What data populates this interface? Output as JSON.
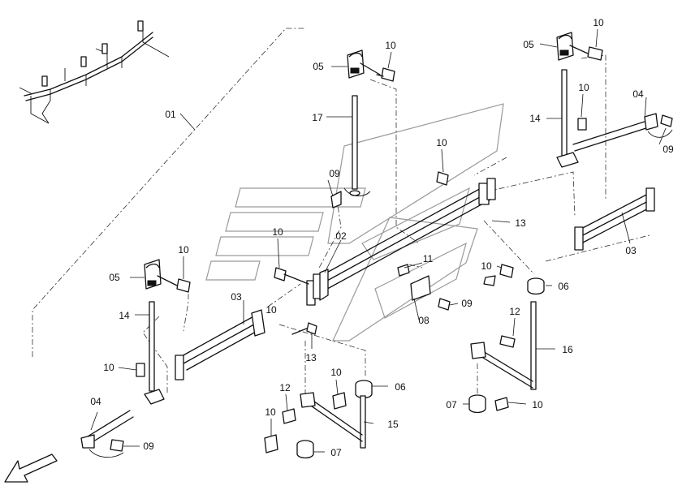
{
  "diagram": {
    "callouts": [
      {
        "id": "c01",
        "text": "01"
      },
      {
        "id": "c02",
        "text": "02"
      },
      {
        "id": "c03a",
        "text": "03"
      },
      {
        "id": "c03b",
        "text": "03"
      },
      {
        "id": "c04a",
        "text": "04"
      },
      {
        "id": "c04b",
        "text": "04"
      },
      {
        "id": "c05a",
        "text": "05"
      },
      {
        "id": "c05b",
        "text": "05"
      },
      {
        "id": "c05c",
        "text": "05"
      },
      {
        "id": "c06a",
        "text": "06"
      },
      {
        "id": "c06b",
        "text": "06"
      },
      {
        "id": "c07a",
        "text": "07"
      },
      {
        "id": "c07b",
        "text": "07"
      },
      {
        "id": "c08",
        "text": "08"
      },
      {
        "id": "c09a",
        "text": "09"
      },
      {
        "id": "c09b",
        "text": "09"
      },
      {
        "id": "c09c",
        "text": "09"
      },
      {
        "id": "c09d",
        "text": "09"
      },
      {
        "id": "c10a",
        "text": "10"
      },
      {
        "id": "c10b",
        "text": "10"
      },
      {
        "id": "c10c",
        "text": "10"
      },
      {
        "id": "c10d",
        "text": "10"
      },
      {
        "id": "c10e",
        "text": "10"
      },
      {
        "id": "c10f",
        "text": "10"
      },
      {
        "id": "c10g",
        "text": "10"
      },
      {
        "id": "c10h",
        "text": "10"
      },
      {
        "id": "c10i",
        "text": "10"
      },
      {
        "id": "c10j",
        "text": "10"
      },
      {
        "id": "c10k",
        "text": "10"
      },
      {
        "id": "c10l",
        "text": "10"
      },
      {
        "id": "c11",
        "text": "11"
      },
      {
        "id": "c12a",
        "text": "12"
      },
      {
        "id": "c12b",
        "text": "12"
      },
      {
        "id": "c13a",
        "text": "13"
      },
      {
        "id": "c13b",
        "text": "13"
      },
      {
        "id": "c14a",
        "text": "14"
      },
      {
        "id": "c14b",
        "text": "14"
      },
      {
        "id": "c15",
        "text": "15"
      },
      {
        "id": "c16",
        "text": "16"
      },
      {
        "id": "c17",
        "text": "17"
      }
    ]
  }
}
